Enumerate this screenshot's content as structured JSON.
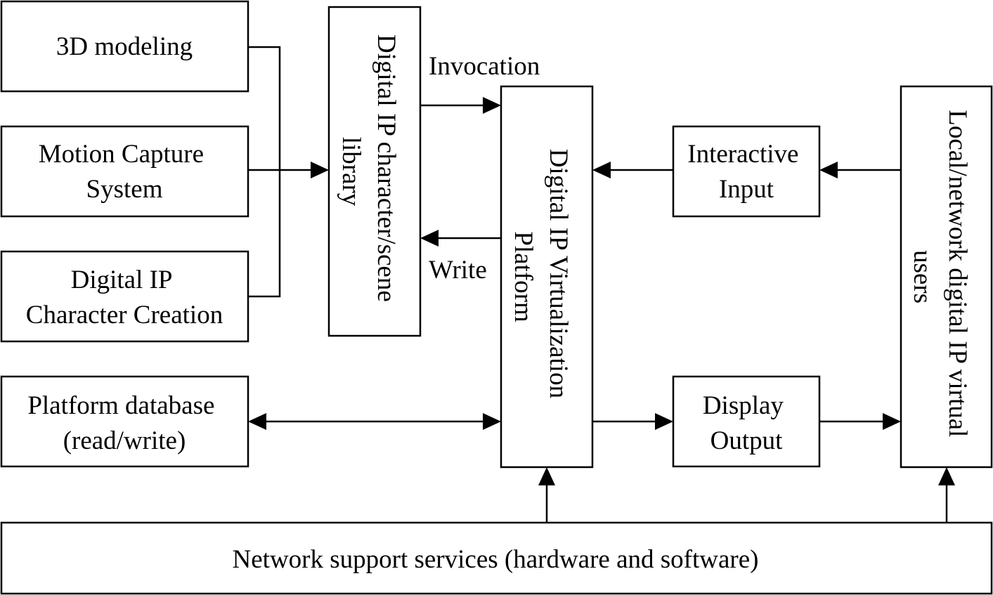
{
  "boxes": {
    "modeling": {
      "lines": [
        "3D modeling"
      ]
    },
    "motion_capture": {
      "lines": [
        "Motion Capture",
        "System"
      ]
    },
    "character_creation": {
      "lines": [
        "Digital IP",
        "Character Creation"
      ]
    },
    "platform_database": {
      "lines": [
        "Platform database",
        "(read/write)"
      ]
    },
    "character_library": {
      "lines": [
        "Digital IP character/scene",
        "library"
      ]
    },
    "virtualization_platform": {
      "lines": [
        "Digital IP Virtualization",
        "Platform"
      ]
    },
    "interactive_input": {
      "lines": [
        "Interactive",
        "Input"
      ]
    },
    "display_output": {
      "lines": [
        "Display",
        "Output"
      ]
    },
    "virtual_users": {
      "lines": [
        "Local/network digital IP virtual",
        "users"
      ]
    },
    "network_services": {
      "lines": [
        "Network support services (hardware and software)"
      ]
    }
  },
  "edge_labels": {
    "invocation": "Invocation",
    "write": "Write"
  }
}
